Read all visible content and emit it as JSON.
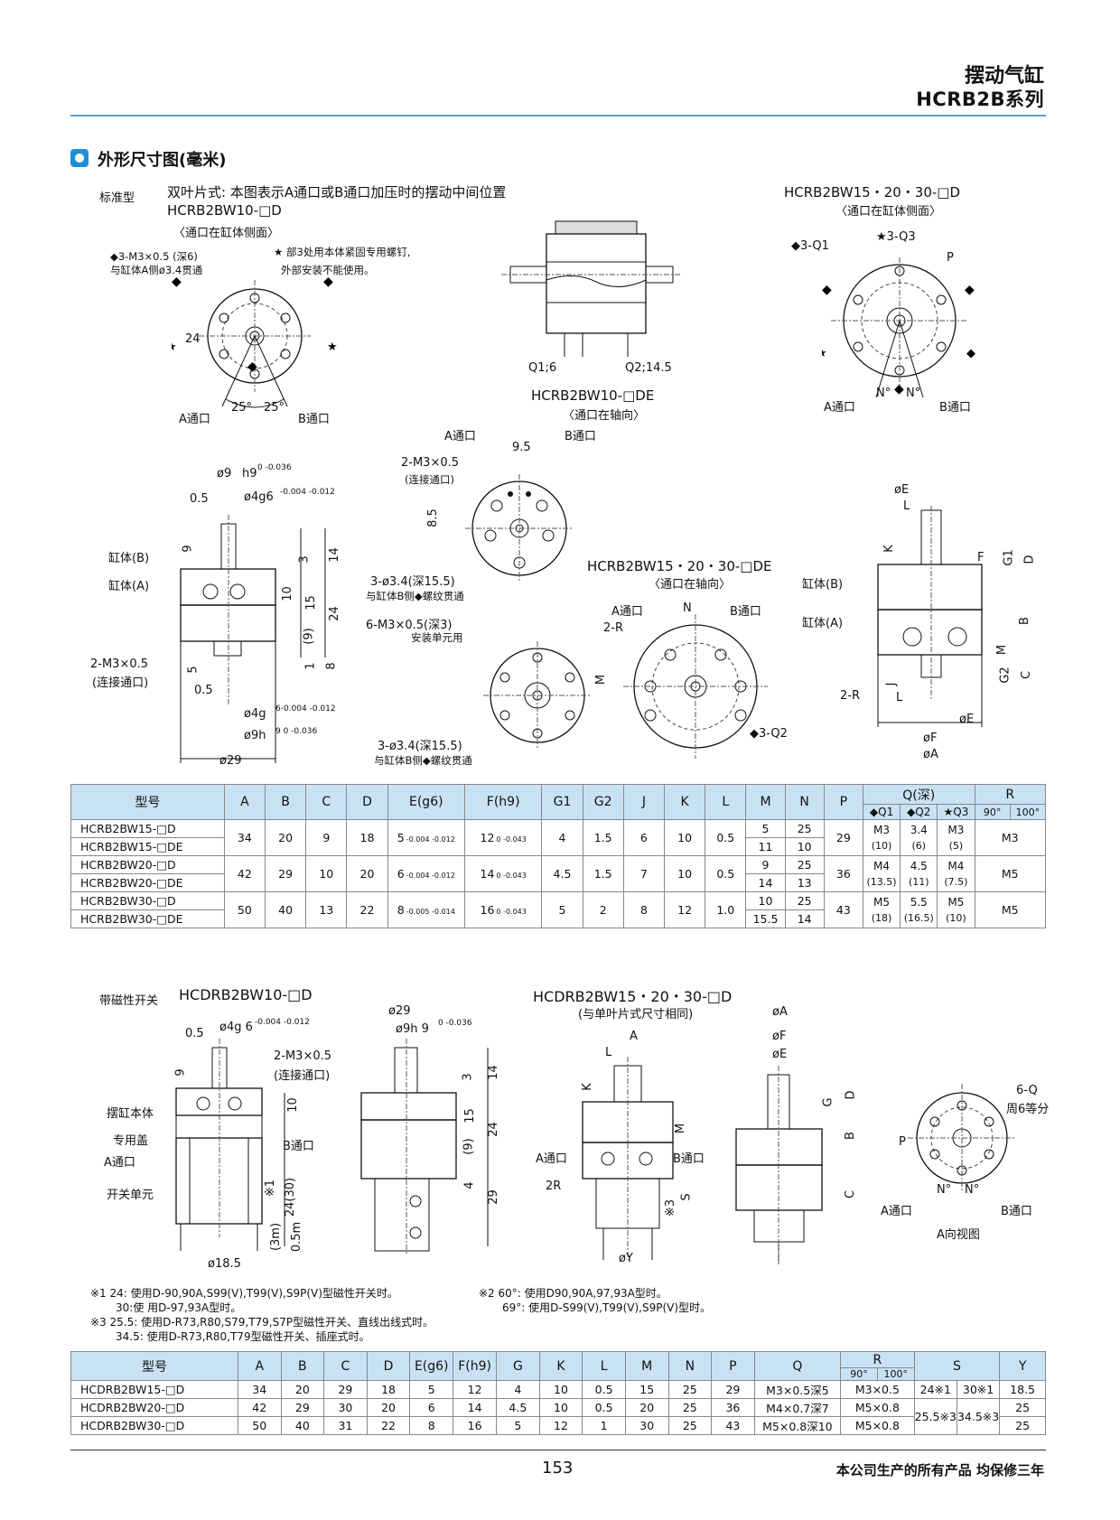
{
  "header": {
    "title_cn": "摆动气缸",
    "title_en": "HCRB2B系列"
  },
  "section": {
    "title": "外形尺寸图(毫米)"
  },
  "top": {
    "std_type": "标准型",
    "desc": "双叶片式: 本图表示A通口或B通口加压时的摆动中间位置",
    "m10d": "HCRB2BW10-□D",
    "side_port": "〈通口在缸体侧面〉",
    "note_m3": "◆3-M3×0.5 (深6)",
    "note_m3_2": "与缸体A侧ø3.4贯通",
    "note_star": "★ 部3处用本体紧固专用螺钉,",
    "note_star2": "外部安装不能使用。",
    "d24": "24",
    "ang25a": "25°",
    "ang25b": "25°",
    "port_a": "A通口",
    "port_b": "B通口",
    "q1": "Q1;6",
    "q2": "Q2;14.5",
    "m10de": "HCRB2BW10-□DE",
    "axial_port": "〈通口在轴向〉",
    "m15d": "HCRB2BW15・20・30-□D",
    "side_port2": "〈通口在缸体侧面〉",
    "q3_1": "◆3-Q1",
    "q3_3": "★3-Q3",
    "p": "P",
    "n1": "N°",
    "n2": "N°"
  },
  "mid": {
    "d9": "ø9",
    "h9": "h9",
    "h9tol": "0 -0.036",
    "d05": "0.5",
    "d4g6": "ø4g6",
    "d4g6tol": "-0.004 -0.012",
    "cyl_b": "缸体(B)",
    "cyl_a": "缸体(A)",
    "d9v": "9",
    "d3": "3",
    "d14": "14",
    "d10": "10",
    "d15": "15",
    "d24": "24",
    "d9p": "(9)",
    "d1": "1",
    "d8": "8",
    "d5": "5",
    "m3conn": "2-M3×0.5",
    "conn": "(连接通口)",
    "d05b": "0.5",
    "d4g": "ø4g",
    "d4gtol": "6-0.004 -0.012",
    "d9h": "ø9h",
    "d9htol": "9 0 -0.036",
    "d29": "ø29",
    "pa": "A通口",
    "pb": "B通口",
    "d95": "9.5",
    "m3c": "2-M3×0.5",
    "conn2": "(连接通口)",
    "d85": "8.5",
    "h34": "3-ø3.4(深15.5)",
    "h34n": "与缸体B侧◆螺纹贯通",
    "m3d3": "6-M3×0.5(深3)",
    "m3d3n": "安装单元用",
    "h34b": "3-ø3.4(深15.5)",
    "h34bn": "与缸体B侧◆螺纹贯通",
    "m15de": "HCRB2BW15・20・30-□DE",
    "axial2": "〈通口在轴向〉",
    "pa2": "A通口",
    "n": "N",
    "pb2": "B通口",
    "r2": "2-R",
    "m": "M",
    "q32": "◆3-Q2",
    "oe": "øE",
    "l": "L",
    "k": "K",
    "f": "F",
    "g1": "G1",
    "d": "D",
    "cyl_b2": "缸体(B)",
    "cyl_a2": "缸体(A)",
    "b": "B",
    "m2": "M",
    "g2": "G2",
    "c": "C",
    "j": "J",
    "r2b": "2-R",
    "l2": "L",
    "oe2": "øE",
    "of": "øF",
    "oa": "øA"
  },
  "table1": {
    "headers": [
      "型号",
      "A",
      "B",
      "C",
      "D",
      "E(g6)",
      "F(h9)",
      "G1",
      "G2",
      "J",
      "K",
      "L",
      "M",
      "N",
      "P"
    ],
    "q_head": "Q(深)",
    "r_head": "R",
    "q_sub": [
      "◆Q1",
      "◆Q2",
      "★Q3"
    ],
    "r_sub": [
      "90°",
      "100°"
    ],
    "groups": [
      {
        "models": [
          "HCRB2BW15-□D",
          "HCRB2BW15-□DE"
        ],
        "A": "34",
        "B": "20",
        "C": "9",
        "D": "18",
        "E": "5",
        "Etol": "-0.004 -0.012",
        "F": "12",
        "Ftol": "0 -0.043",
        "G1": "4",
        "G2": "1.5",
        "J": "6",
        "K": "10",
        "L": "0.5",
        "M": [
          "5",
          "11"
        ],
        "N": [
          "25",
          "10"
        ],
        "P": "29",
        "Q1": [
          "M3",
          "(10)"
        ],
        "Q2": [
          "3.4",
          "(6)"
        ],
        "Q3": [
          "M3",
          "(5)"
        ],
        "R": "M3"
      },
      {
        "models": [
          "HCRB2BW20-□D",
          "HCRB2BW20-□DE"
        ],
        "A": "42",
        "B": "29",
        "C": "10",
        "D": "20",
        "E": "6",
        "Etol": "-0.004 -0.012",
        "F": "14",
        "Ftol": "0 -0.043",
        "G1": "4.5",
        "G2": "1.5",
        "J": "7",
        "K": "10",
        "L": "0.5",
        "M": [
          "9",
          "14"
        ],
        "N": [
          "25",
          "13"
        ],
        "P": "36",
        "Q1": [
          "M4",
          "(13.5)"
        ],
        "Q2": [
          "4.5",
          "(11)"
        ],
        "Q3": [
          "M4",
          "(7.5)"
        ],
        "R": "M5"
      },
      {
        "models": [
          "HCRB2BW30-□D",
          "HCRB2BW30-□DE"
        ],
        "A": "50",
        "B": "40",
        "C": "13",
        "D": "22",
        "E": "8",
        "Etol": "-0.005 -0.014",
        "F": "16",
        "Ftol": "0 -0.043",
        "G1": "5",
        "G2": "2",
        "J": "8",
        "K": "12",
        "L": "1.0",
        "M": [
          "10",
          "15.5"
        ],
        "N": [
          "25",
          "14"
        ],
        "P": "43",
        "Q1": [
          "M5",
          "(18)"
        ],
        "Q2": [
          "5.5",
          "(16.5)"
        ],
        "Q3": [
          "M5",
          "(10)"
        ],
        "R": "M5"
      }
    ]
  },
  "bottom": {
    "mag": "带磁性开关",
    "m10": "HCDRB2BW10-□D",
    "m15": "HCDRB2BW15・20・30-□D",
    "same": "(与单叶片式尺寸相同)",
    "d05": "0.5",
    "d4g6": "ø4g 6",
    "d4g6tol": "-0.004 -0.012",
    "d9": "9",
    "m3": "2-M3×0.5",
    "conn": "(连接通口)",
    "body": "摆缸本体",
    "cover": "专用盖",
    "pa": "A通口",
    "pb": "B通口",
    "unit": "开关单元",
    "d10": "10",
    "d1": "※1",
    "d2430": "24(30)",
    "d3m": "(3m)",
    "d05m": "0.5m",
    "d185": "ø18.5",
    "d29": "ø29",
    "d9h": "ø9h 9",
    "d9htol": "0 -0.036",
    "d3": "3",
    "d14": "14",
    "d15": "15",
    "d24": "24",
    "d9p": "(9)",
    "d4": "4",
    "d29b": "29",
    "a": "A",
    "l": "L",
    "k": "K",
    "m": "M",
    "pa2": "A通口",
    "pb2": "B通口",
    "r2": "2R",
    "s": "S",
    "x3": "※3",
    "oy": "øY",
    "oa": "øA",
    "of": "øF",
    "oe": "øE",
    "g": "G",
    "d": "D",
    "b": "B",
    "c": "C",
    "q6": "6-Q",
    "q6n": "周6等分",
    "p": "P",
    "pa3": "A通口",
    "pb3": "B通口",
    "n1": "N°",
    "n2": "N°",
    "view": "A向视图"
  },
  "notes": {
    "n1": "※1  24: 使用D-90,90A,S99(V),T99(V),S9P(V)型磁性开关时。",
    "n1b": "30:使 用D-97,93A型时。",
    "n3": "※3  25.5: 使用D-R73,R80,S79,T79,S7P型磁性开关、直线出线式时。",
    "n3b": "34.5: 使用D-R73,R80,T79型磁性开关、插座式时。",
    "n2": "※2  60°: 使用D90,90A,97,93A型时。",
    "n2b": "69°: 使用D-S99(V),T99(V),S9P(V)型时。"
  },
  "table2": {
    "headers": [
      "型号",
      "A",
      "B",
      "C",
      "D",
      "E(g6)",
      "F(h9)",
      "G",
      "K",
      "L",
      "M",
      "N",
      "P",
      "Q"
    ],
    "r_head": "R",
    "r_sub": [
      "90°",
      "100°"
    ],
    "s_head": "S",
    "y_head": "Y",
    "rows": [
      {
        "model": "HCDRB2BW15-□D",
        "A": "34",
        "B": "20",
        "C": "29",
        "D": "18",
        "E": "5",
        "F": "12",
        "G": "4",
        "K": "10",
        "L": "0.5",
        "M": "15",
        "N": "25",
        "P": "29",
        "Q": "M3×0.5深5",
        "R": "M3×0.5",
        "Y": "18.5"
      },
      {
        "model": "HCDRB2BW20-□D",
        "A": "42",
        "B": "29",
        "C": "30",
        "D": "20",
        "E": "6",
        "F": "14",
        "G": "4.5",
        "K": "10",
        "L": "0.5",
        "M": "20",
        "N": "25",
        "P": "36",
        "Q": "M4×0.7深7",
        "R": "M5×0.8",
        "Y": "25"
      },
      {
        "model": "HCDRB2BW30-□D",
        "A": "50",
        "B": "40",
        "C": "31",
        "D": "22",
        "E": "8",
        "F": "16",
        "G": "5",
        "K": "12",
        "L": "1",
        "M": "30",
        "N": "25",
        "P": "43",
        "Q": "M5×0.8深10",
        "R": "M5×0.8",
        "Y": "25"
      }
    ],
    "s_top": [
      "24※1",
      "30※1"
    ],
    "s_bot": [
      "25.5※3",
      "34.5※3"
    ]
  },
  "footer": {
    "page": "153",
    "slogan": "本公司生产的所有产品  均保修三年"
  }
}
